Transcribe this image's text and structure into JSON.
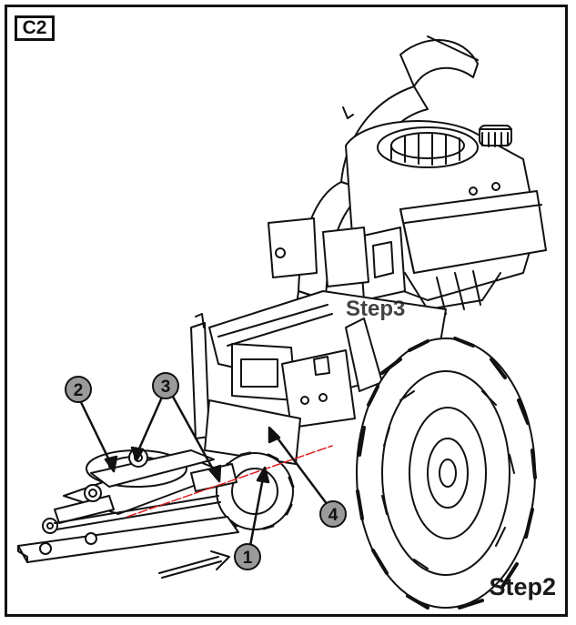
{
  "badge": "C2",
  "step_main": "Step2",
  "step_overlay": "Step3",
  "callouts": [
    "1",
    "2",
    "3",
    "4"
  ],
  "colors": {
    "line": "#111111",
    "guide": "#e02020",
    "callout_fill": "#9a9a9a"
  }
}
